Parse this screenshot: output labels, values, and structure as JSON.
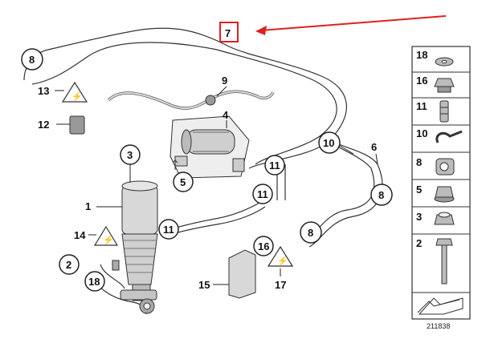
{
  "callouts": {
    "c1": "1",
    "c2": "2",
    "c3": "3",
    "c4": "4",
    "c5": "5",
    "c6": "6",
    "c7": "7",
    "c8a": "8",
    "c8b": "8",
    "c8c": "8",
    "c9": "9",
    "c10": "10",
    "c11a": "11",
    "c11b": "11",
    "c11c": "11",
    "c12": "12",
    "c13": "13",
    "c14": "14",
    "c15": "15",
    "c16": "16",
    "c17": "17",
    "c18": "18"
  },
  "sidebar": {
    "items": [
      {
        "label": "18",
        "icon": "washer-icon"
      },
      {
        "label": "16",
        "icon": "hex-collar-nut-icon"
      },
      {
        "label": "11",
        "icon": "pipe-fitting-icon"
      },
      {
        "label": "10",
        "icon": "hose-clamp-icon"
      },
      {
        "label": "8",
        "icon": "line-holder-icon"
      },
      {
        "label": "5",
        "icon": "flange-nut-icon"
      },
      {
        "label": "3",
        "icon": "lock-nut-icon"
      },
      {
        "label": "2",
        "icon": "hex-bolt-icon"
      }
    ]
  },
  "diagram_number": "211838",
  "colors": {
    "highlight": "#e0201f",
    "line": "#222222",
    "part_fill": "#d8d8d8"
  }
}
